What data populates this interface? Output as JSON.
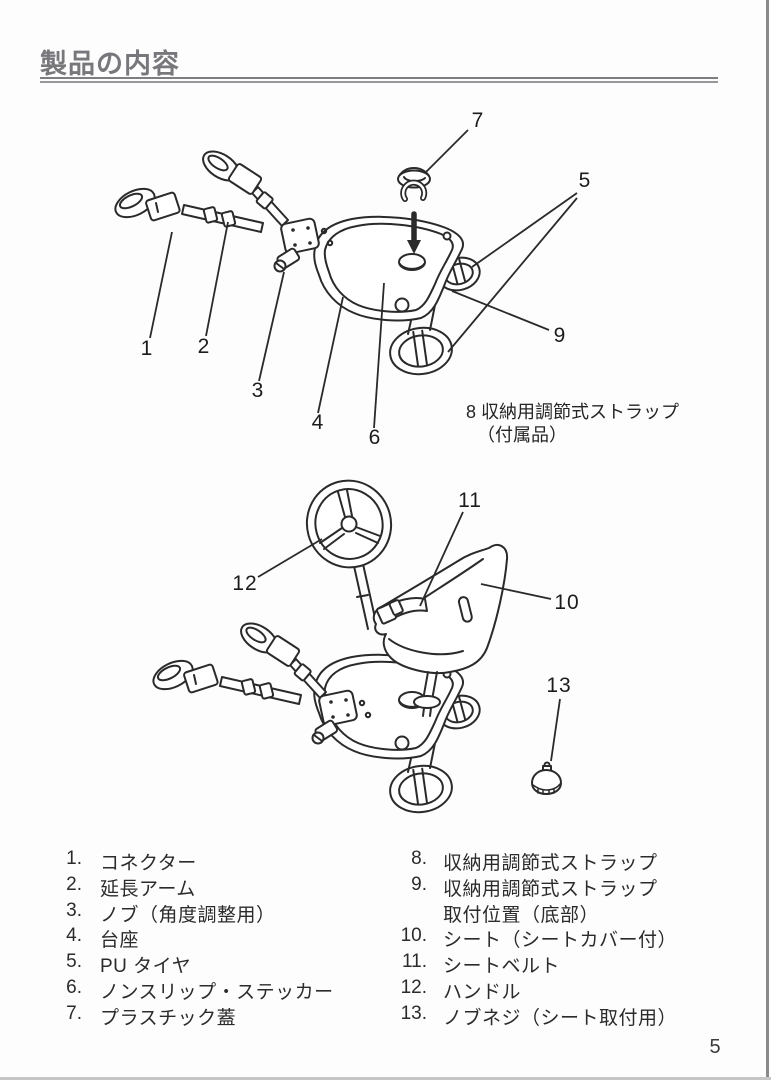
{
  "page": {
    "title": "製品の内容",
    "page_number": "5"
  },
  "colors": {
    "title_gray": "#77777c",
    "rule_gray": "#8d8d92",
    "drawing_line": "#2a2a2a",
    "body_text": "#2b2b2b",
    "edge_gray": "#8a8a8a"
  },
  "diagram_top": {
    "callouts": {
      "c1": "1",
      "c2": "2",
      "c3": "3",
      "c4": "4",
      "c5": "5",
      "c6": "6",
      "c7": "7",
      "c9": "9"
    },
    "note_line1": "8 収納用調節式ストラップ",
    "note_line2": "（付属品）"
  },
  "diagram_bottom": {
    "callouts": {
      "c10": "10",
      "c11": "11",
      "c12": "12",
      "c13": "13"
    }
  },
  "parts_list": {
    "left": [
      {
        "num": "1.",
        "label": "コネクター"
      },
      {
        "num": "2.",
        "label": "延長アーム"
      },
      {
        "num": "3.",
        "label": "ノブ（角度調整用）"
      },
      {
        "num": "4.",
        "label": "台座"
      },
      {
        "num": "5.",
        "label": "PU タイヤ"
      },
      {
        "num": "6.",
        "label": "ノンスリップ・ステッカー"
      },
      {
        "num": "7.",
        "label": "プラスチック蓋"
      }
    ],
    "right": [
      {
        "num": "8.",
        "label": "収納用調節式ストラップ"
      },
      {
        "num": "9.",
        "label": "収納用調節式ストラップ",
        "label2": "取付位置（底部）"
      },
      {
        "num": "10.",
        "label": "シート（シートカバー付）"
      },
      {
        "num": "11.",
        "label": "シートベルト"
      },
      {
        "num": "12.",
        "label": "ハンドル"
      },
      {
        "num": "13.",
        "label": "ノブネジ（シート取付用）"
      }
    ]
  }
}
